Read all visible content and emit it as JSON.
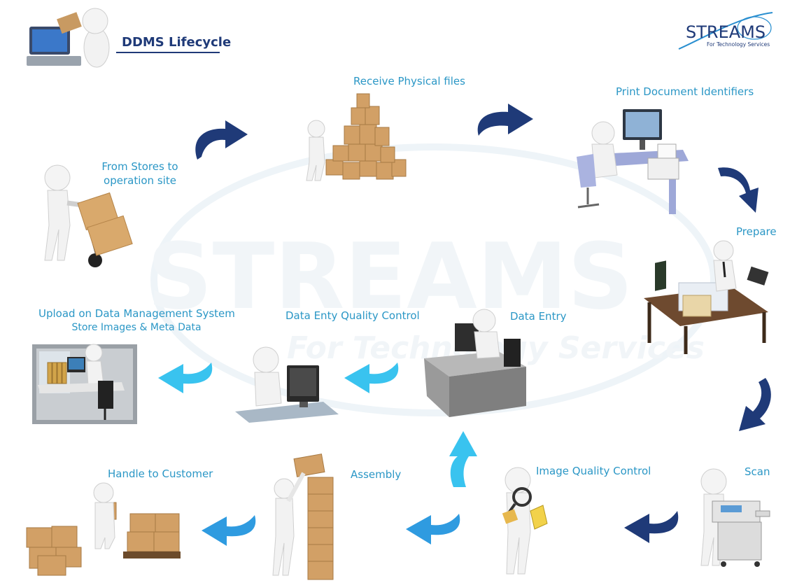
{
  "header": {
    "title": "DDMS Lifecycle"
  },
  "logo": {
    "name": "STREAMS",
    "tagline": "For Technology Services"
  },
  "watermark": {
    "name": "STREAMS",
    "tagline": "For Technology Services"
  },
  "steps": {
    "receive": "Receive Physical files",
    "print": "Print Document Identifiers",
    "stores_line1": "From Stores to",
    "stores_line2": "operation site",
    "prepare": "Prepare",
    "upload_line1": "Upload on Data Management System",
    "upload_line2": "Store Images & Meta Data",
    "data_qc": "Data Enty Quality Control",
    "data_entry": "Data Entry",
    "scan": "Scan",
    "image_qc": "Image Quality Control",
    "assembly": "Assembly",
    "handle": "Handle to Customer"
  },
  "colors": {
    "label": "#2b97c6",
    "dark_arrow": "#1f3a78",
    "light_arrow": "#39c3ef",
    "title": "#1f3a78",
    "box": "#c89a62"
  }
}
